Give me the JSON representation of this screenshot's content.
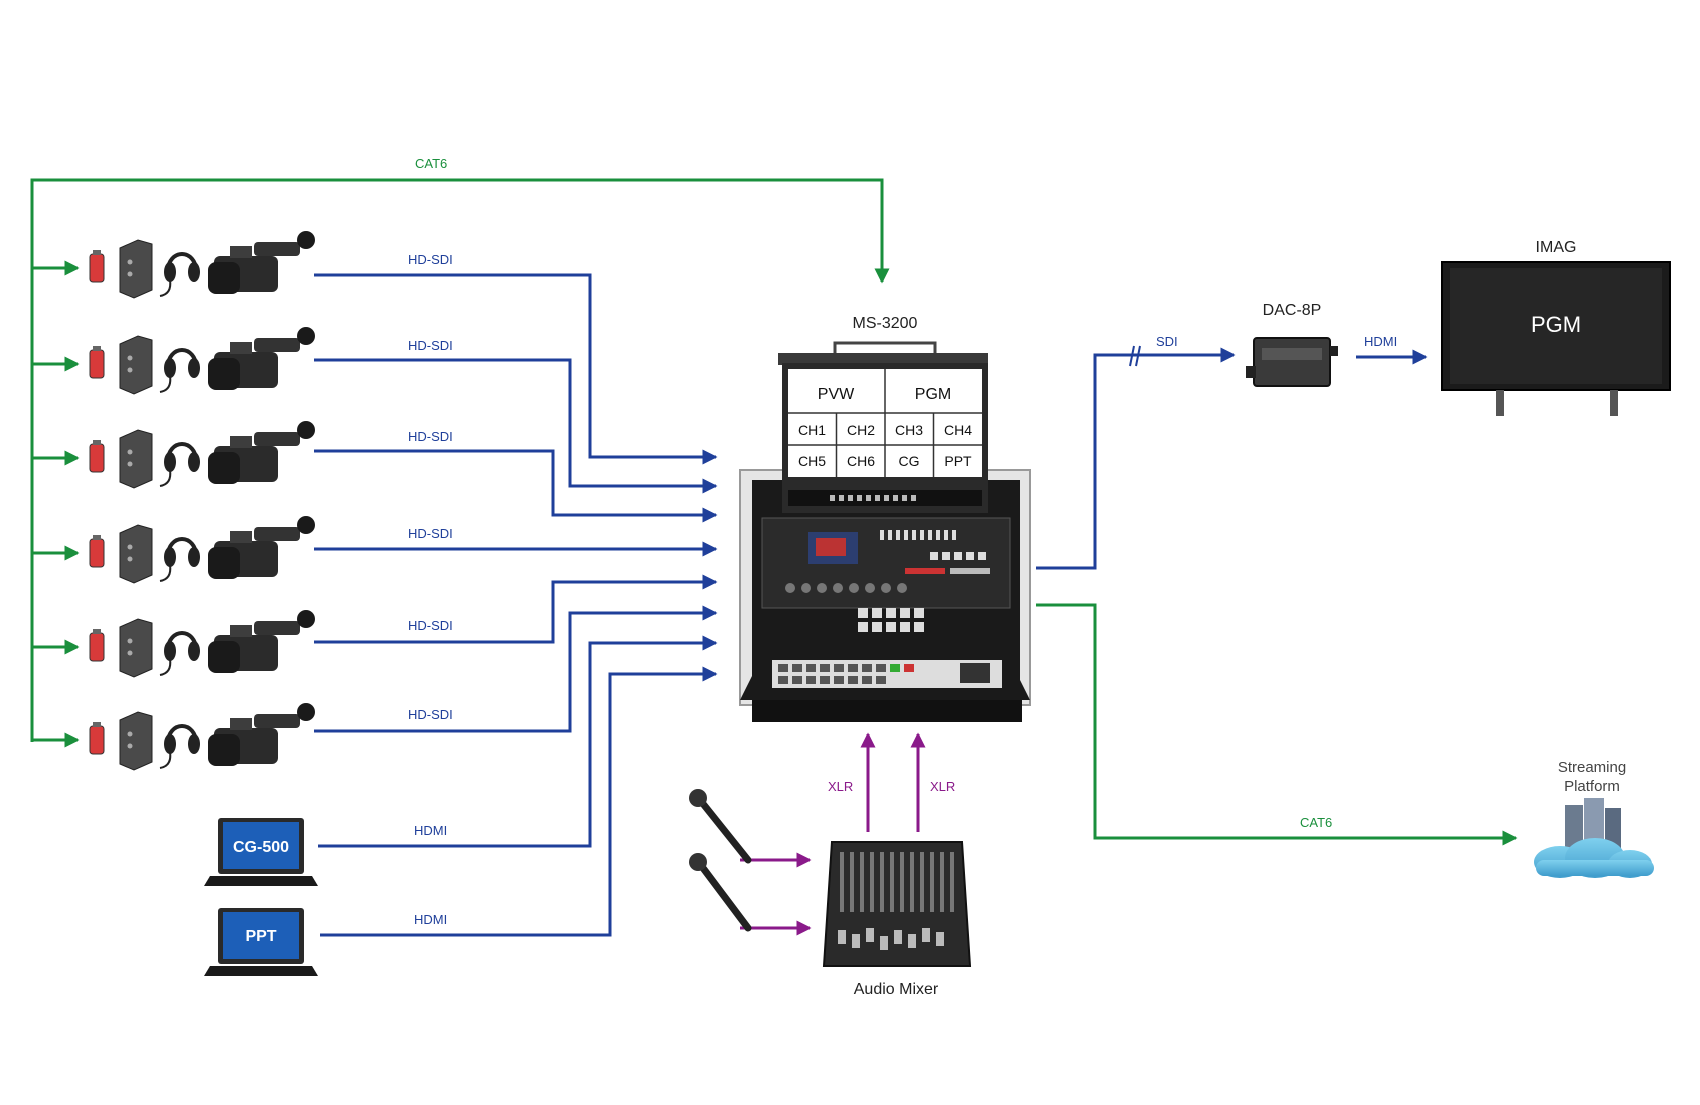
{
  "labels": {
    "cat6_top": "CAT6",
    "hdsdi": "HD-SDI",
    "hdmi": "HDMI",
    "sdi": "SDI",
    "hdmi_out": "HDMI",
    "xlr": "XLR",
    "cat6_stream": "CAT6"
  },
  "devices": {
    "switcher": "MS-3200",
    "converter": "DAC-8P",
    "imag": "IMAG",
    "pgm_screen": "PGM",
    "streaming": "Streaming Platform",
    "audio_mixer": "Audio Mixer",
    "laptop_cg": "CG-500",
    "laptop_ppt": "PPT"
  },
  "multiview": {
    "top": [
      "PVW",
      "PGM"
    ],
    "row1": [
      "CH1",
      "CH2",
      "CH3",
      "CH4"
    ],
    "row2": [
      "CH5",
      "CH6",
      "CG",
      "PPT"
    ]
  },
  "colors": {
    "sdi_blue": "#1f3f9a",
    "cat6_green": "#1a8f3c",
    "xlr_purple": "#8a1a8a"
  },
  "icons": [
    "tally-light-icon",
    "camera-adapter-icon",
    "headset-icon",
    "camcorder-icon",
    "laptop-icon",
    "microphone-icon",
    "audio-mixer-icon",
    "monitor-icon",
    "converter-icon",
    "cloud-server-icon"
  ]
}
